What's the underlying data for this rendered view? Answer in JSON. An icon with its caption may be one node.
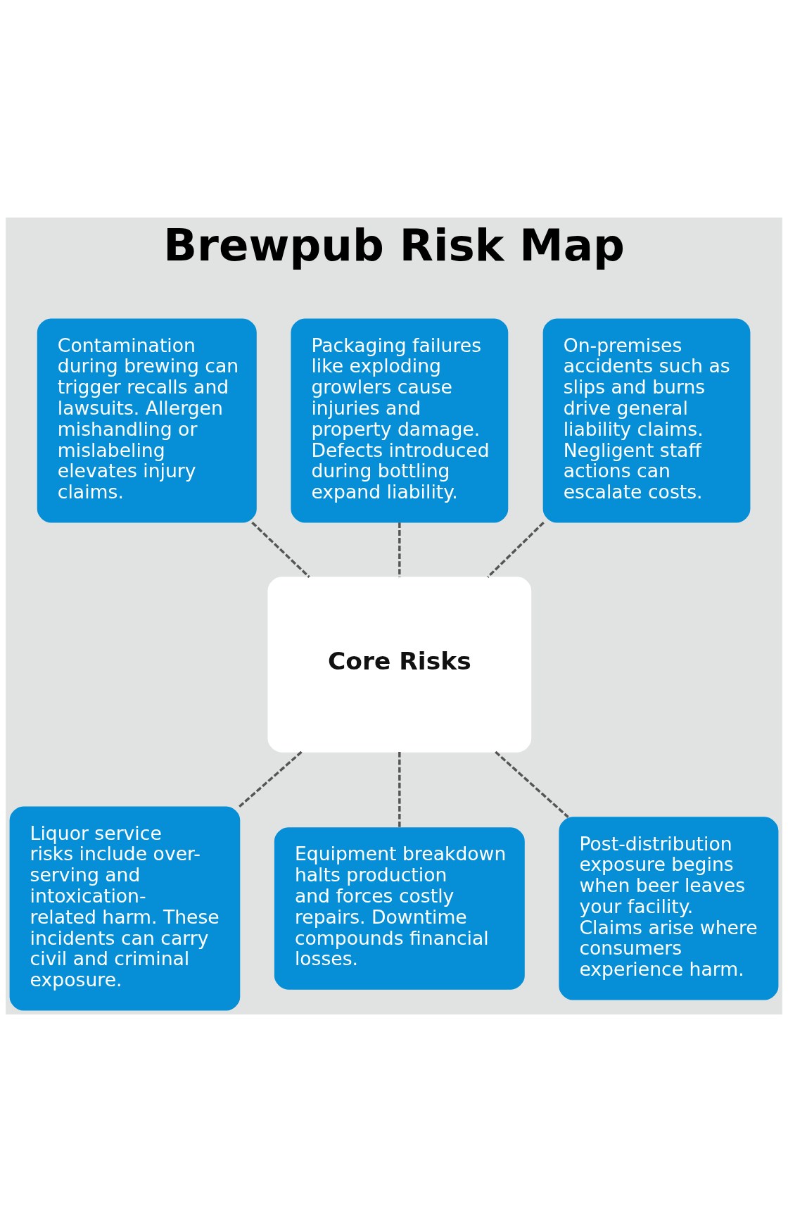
{
  "diagram": {
    "title": "Brewpub Risk Map",
    "nodes": [
      {
        "text": [
          "Contamination during brewing can trigger recalls and lawsuits. Allergen mishandling or mislabeling elevates injury claims."
        ]
      },
      {
        "text": [
          "Packaging failures like exploding growlers cause injuries and property damage. Defects introduced during bottling expand liability."
        ]
      },
      {
        "text": [
          "On-premises accidents such as slips and burns drive general liability claims. Negligent staff actions can escalate costs."
        ]
      },
      {
        "text": [
          "Core Risks"
        ]
      },
      {
        "text": [
          "Liquor service risks include over-serving and intoxication-related harm. These incidents can carry civil and criminal exposure."
        ]
      },
      {
        "text": [
          "Equipment breakdown halts production and forces costly repairs. Downtime compounds financial losses."
        ]
      },
      {
        "text": [
          "Post-distribution exposure begins when beer leaves your facility. Claims arise where consumers experience harm."
        ]
      }
    ],
    "edges": [
      {
        "from": 0,
        "to": 3,
        "arrow": "none",
        "style": "dashed"
      },
      {
        "from": 1,
        "to": 3,
        "arrow": "none",
        "style": "dashed"
      },
      {
        "from": 2,
        "to": 3,
        "arrow": "none",
        "style": "dashed"
      },
      {
        "from": 3,
        "to": 4,
        "arrow": "none",
        "style": "dashed"
      },
      {
        "from": 3,
        "to": 5,
        "arrow": "none",
        "style": "dashed"
      },
      {
        "from": 3,
        "to": 6,
        "arrow": "none",
        "style": "dashed"
      }
    ]
  }
}
